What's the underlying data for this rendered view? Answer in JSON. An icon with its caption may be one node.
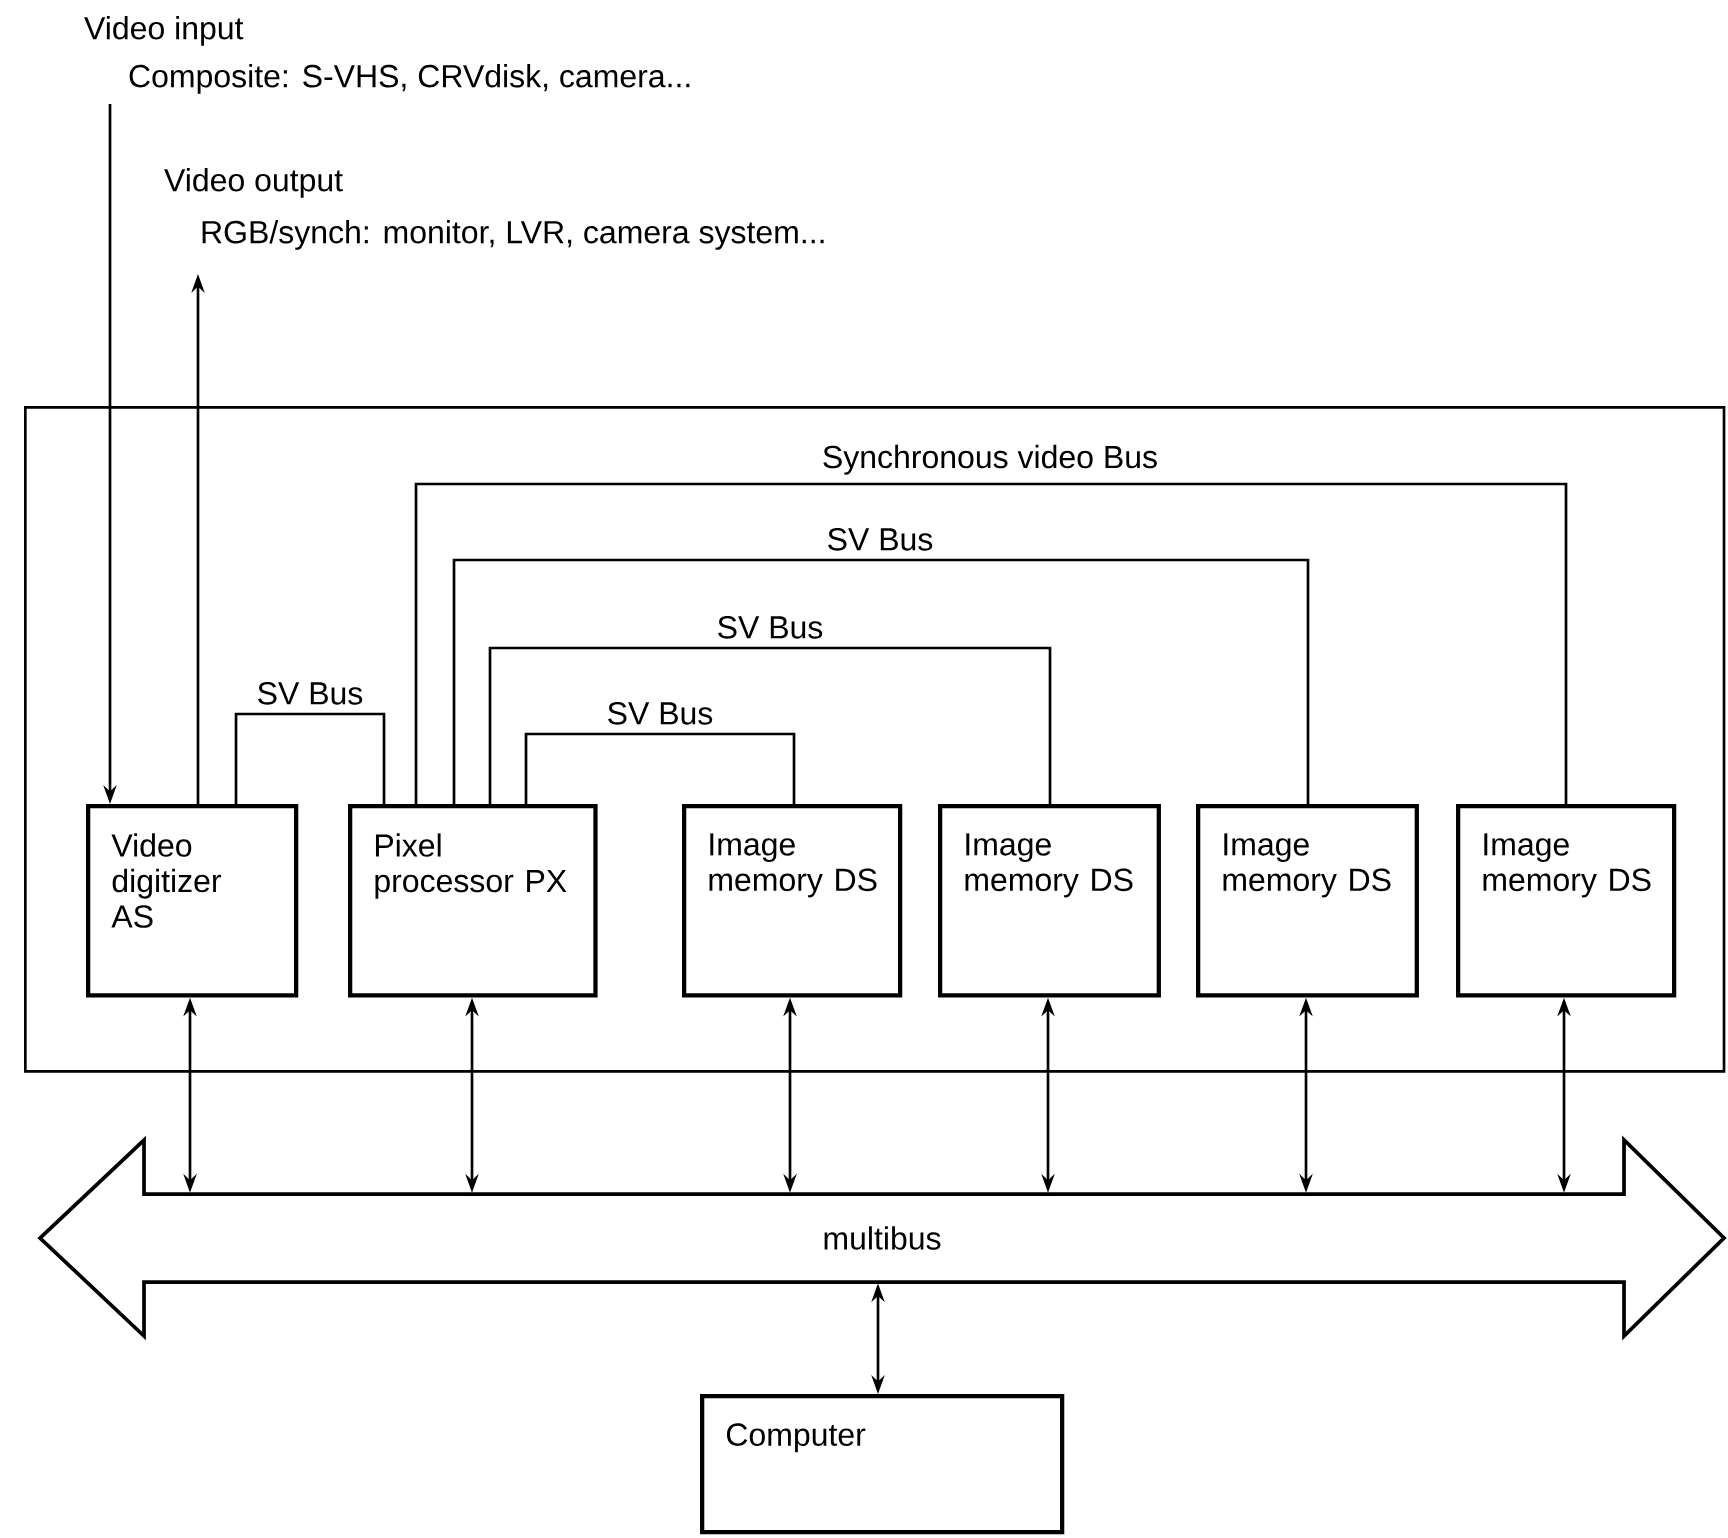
{
  "diagram": {
    "nodes": [
      {
        "text": [],
        "shape": "box"
      },
      {
        "text": [
          "Video digitizer AS"
        ],
        "in": 0
      },
      {
        "text": [
          "Pixel processor PX"
        ],
        "in": 0
      },
      {
        "text": [
          "Image memory DS"
        ],
        "in": 0
      },
      {
        "text": [
          "Image memory DS"
        ],
        "in": 0
      },
      {
        "text": [
          "Image memory DS"
        ],
        "in": 0
      },
      {
        "text": [
          "Image memory DS"
        ],
        "in": 0
      },
      {
        "text": [
          "multibus"
        ]
      },
      {
        "text": [
          "Computer"
        ]
      },
      {
        "text": [
          "Video input",
          "Composite: S-VHS, CRVdisk, camera..."
        ]
      },
      {
        "text": [
          "Video output",
          "RGB/synch: monitor, LVR, camera system..."
        ]
      }
    ],
    "edges": [
      {
        "from": 9,
        "to": 1,
        "arrow": "to"
      },
      {
        "from": 1,
        "to": 10,
        "arrow": "to"
      },
      {
        "from": 1,
        "to": 2,
        "arrow": "none",
        "label": "SV Bus"
      },
      {
        "from": 2,
        "to": 3,
        "arrow": "none",
        "label": "SV Bus"
      },
      {
        "from": 2,
        "to": 4,
        "arrow": "none",
        "label": "SV Bus"
      },
      {
        "from": 2,
        "to": 5,
        "arrow": "none",
        "label": "SV Bus"
      },
      {
        "from": 2,
        "to": 6,
        "arrow": "none",
        "label": "Synchronous video Bus"
      },
      {
        "from": 1,
        "to": 7,
        "arrow": "both"
      },
      {
        "from": 2,
        "to": 7,
        "arrow": "both"
      },
      {
        "from": 3,
        "to": 7,
        "arrow": "both"
      },
      {
        "from": 4,
        "to": 7,
        "arrow": "both"
      },
      {
        "from": 5,
        "to": 7,
        "arrow": "both"
      },
      {
        "from": 6,
        "to": 7,
        "arrow": "both"
      },
      {
        "from": 7,
        "to": 8,
        "arrow": "both"
      }
    ]
  }
}
